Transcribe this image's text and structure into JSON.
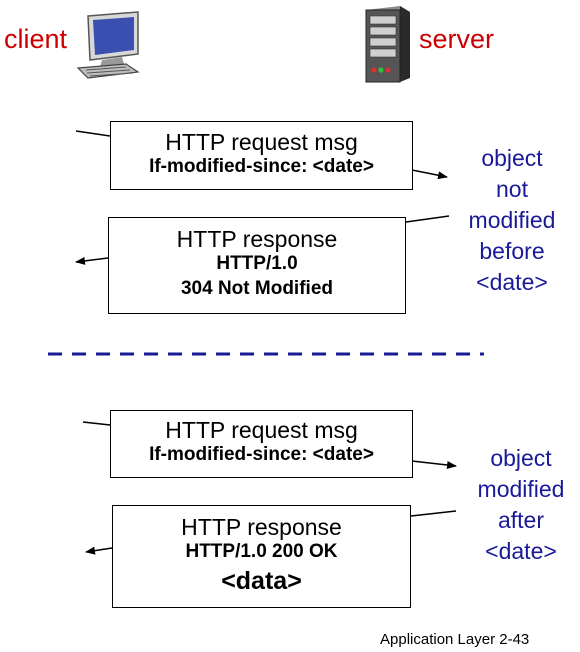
{
  "labels": {
    "client": "client",
    "server": "server"
  },
  "icons": {
    "client": "desktop-computer-icon",
    "server": "server-tower-icon"
  },
  "colors": {
    "role_label": "#cc0000",
    "note_text": "#1a1a99",
    "separator": "#1a1a99"
  },
  "exchanges": [
    {
      "request": {
        "title": "HTTP request msg",
        "header": "If-modified-since: <date>"
      },
      "response": {
        "title": "HTTP response",
        "lines": [
          "HTTP/1.0",
          "304 Not Modified"
        ]
      },
      "note": [
        "object",
        "not",
        "modified",
        "before",
        "<date>"
      ]
    },
    {
      "request": {
        "title": "HTTP request msg",
        "header": "If-modified-since: <date>"
      },
      "response": {
        "title": "HTTP response",
        "status": "HTTP/1.0 200 OK",
        "body": "<data>"
      },
      "note": [
        "object",
        "modified",
        "after",
        "<date>"
      ]
    }
  ],
  "footer": "Application Layer 2-43"
}
